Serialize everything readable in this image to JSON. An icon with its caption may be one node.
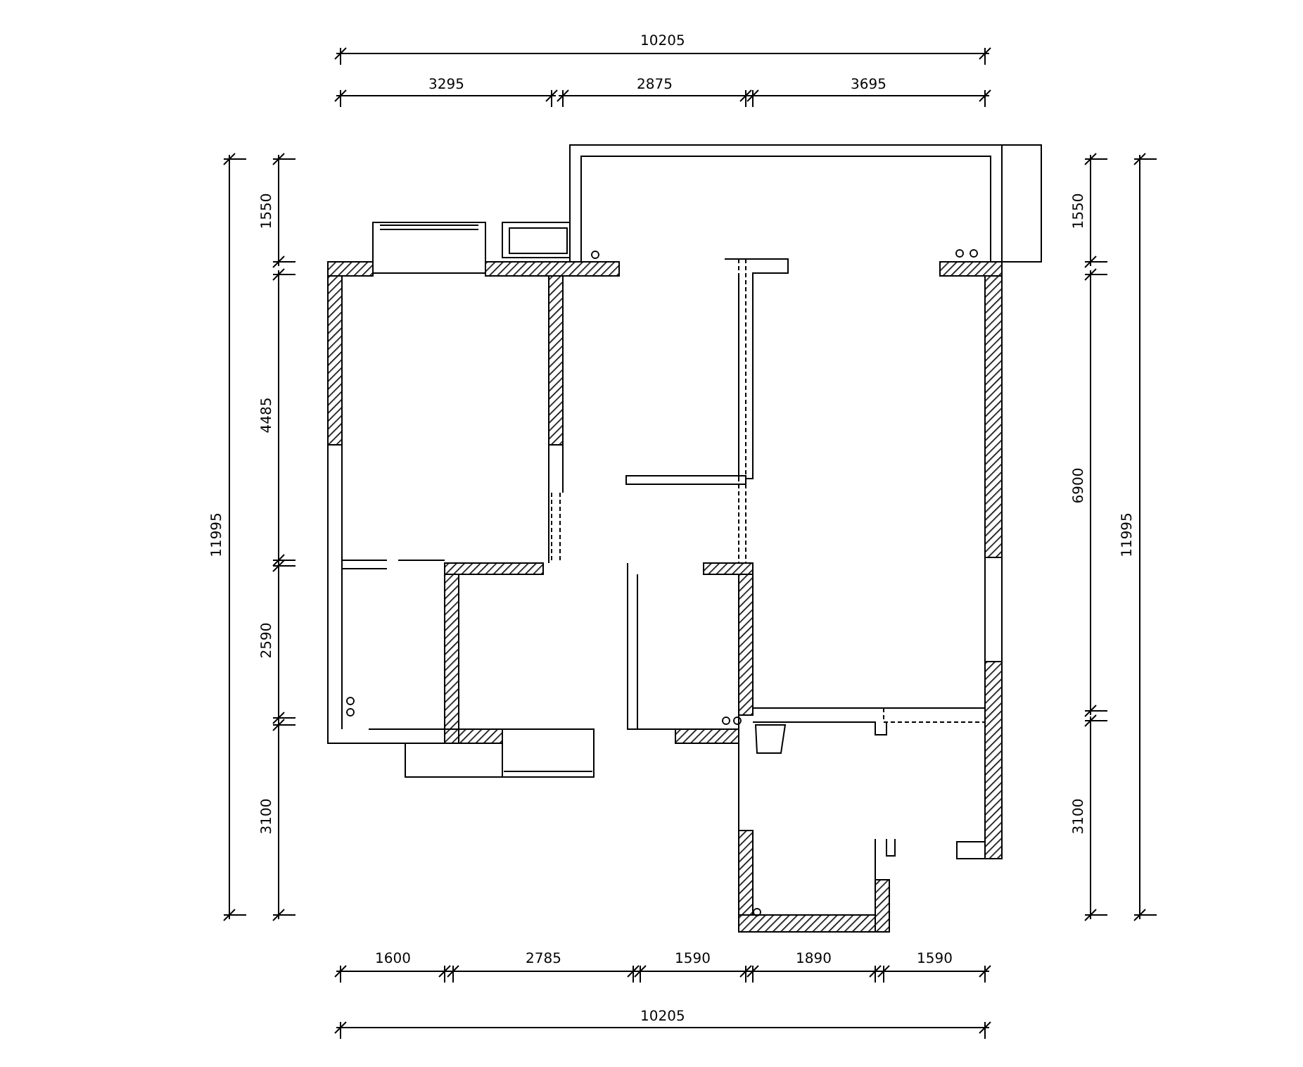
{
  "diagram": {
    "labels": [
      "10205",
      "3295",
      "2875",
      "3695",
      "1550",
      "1550",
      "4485",
      "6900",
      "11995",
      "11995",
      "2590",
      "3100",
      "3100",
      "1600",
      "2785",
      "1590",
      "1890",
      "1590",
      "10205"
    ]
  }
}
